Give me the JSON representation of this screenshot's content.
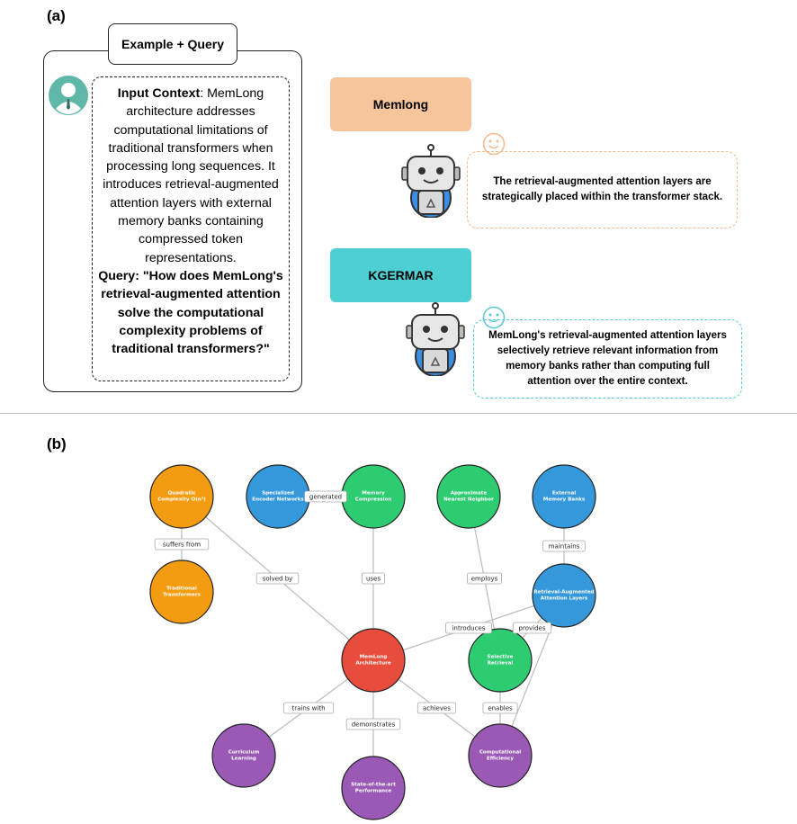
{
  "panel_a": {
    "label": "(a)",
    "query_title": "Example + Query",
    "input_context_label": "Input Context",
    "input_context_text": ": MemLong architecture addresses computational limitations of traditional transformers when processing long sequences. It introduces retrieval-augmented attention layers with external memory banks containing compressed token representations.",
    "query_text": "Query: \"How does MemLong's retrieval-augmented attention solve the computational complexity problems of traditional transformers?\"",
    "methods": [
      {
        "name": "Memlong",
        "color": "#f7c59b",
        "answer": "The retrieval-augmented attention layers are strategically placed within the transformer stack."
      },
      {
        "name": "KGERMAR",
        "color": "#4ecfd4",
        "answer": "MemLong's retrieval-augmented attention layers selectively retrieve relevant information from memory banks rather than computing full attention over the entire context."
      }
    ]
  },
  "panel_b": {
    "label": "(b)",
    "colors": {
      "orange": "#f39c12",
      "blue": "#3498db",
      "green": "#2ecc71",
      "red": "#e74c3c",
      "purple": "#9b59b6",
      "edge": "#bbbbbb"
    },
    "nodes": [
      {
        "id": "quadratic",
        "lines": [
          "Quadratic",
          "Complexity O(n²)"
        ],
        "color": "#f39c12"
      },
      {
        "id": "specialized",
        "lines": [
          "Specialized",
          "Encoder Networks"
        ],
        "color": "#3498db"
      },
      {
        "id": "memcomp",
        "lines": [
          "Memory",
          "Compression"
        ],
        "color": "#2ecc71"
      },
      {
        "id": "ann",
        "lines": [
          "Approximate",
          "Nearest Neighbor"
        ],
        "color": "#2ecc71"
      },
      {
        "id": "extmem",
        "lines": [
          "External",
          "Memory Banks"
        ],
        "color": "#3498db"
      },
      {
        "id": "traditional",
        "lines": [
          "Traditional",
          "Transformers"
        ],
        "color": "#f39c12"
      },
      {
        "id": "raal",
        "lines": [
          "Retrieval-Augmented",
          "Attention Layers"
        ],
        "color": "#3498db"
      },
      {
        "id": "memlong",
        "lines": [
          "MemLong",
          "Architecture"
        ],
        "color": "#e74c3c"
      },
      {
        "id": "selective",
        "lines": [
          "Selective",
          "Retrieval"
        ],
        "color": "#2ecc71"
      },
      {
        "id": "curriculum",
        "lines": [
          "Curriculum",
          "Learning"
        ],
        "color": "#9b59b6"
      },
      {
        "id": "compeff",
        "lines": [
          "Computational",
          "Efficiency"
        ],
        "color": "#9b59b6"
      },
      {
        "id": "sota",
        "lines": [
          "State-of-the-art",
          "Performance"
        ],
        "color": "#9b59b6"
      }
    ],
    "edges": [
      {
        "from": "specialized",
        "to": "memcomp",
        "label": "generated"
      },
      {
        "from": "quadratic",
        "to": "traditional",
        "label": "suffers from"
      },
      {
        "from": "memcomp",
        "to": "memlong",
        "label": "uses"
      },
      {
        "from": "ann",
        "to": "selective",
        "label": "employs"
      },
      {
        "from": "extmem",
        "to": "raal",
        "label": "maintains"
      },
      {
        "from": "quadratic",
        "to": "memlong",
        "label": "solved by"
      },
      {
        "from": "memlong",
        "to": "raal",
        "label": "introduces"
      },
      {
        "from": "raal",
        "to": "selective",
        "label": "provides"
      },
      {
        "from": "raal",
        "to": "compeff",
        "label": ""
      },
      {
        "from": "selective",
        "to": "compeff",
        "label": "enables"
      },
      {
        "from": "memlong",
        "to": "compeff",
        "label": "achieves"
      },
      {
        "from": "memlong",
        "to": "curriculum",
        "label": "trains with"
      },
      {
        "from": "memlong",
        "to": "sota",
        "label": "demonstrates"
      }
    ]
  }
}
